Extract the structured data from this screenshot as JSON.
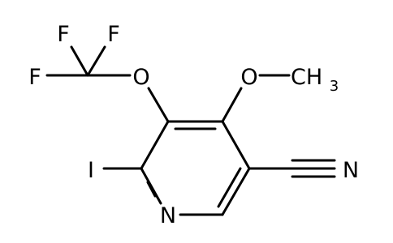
{
  "molecule": {
    "atoms": {
      "fluorine_top_left": "F",
      "fluorine_top_right": "F",
      "fluorine_left": "F",
      "oxygen_ocf3": "O",
      "oxygen_methoxy": "O",
      "methyl_c": "CH",
      "methyl_subscript": "3",
      "iodine": "I",
      "nitrogen_ring": "N",
      "nitrogen_nitrile": "N"
    },
    "colors": {
      "bond": "#000000",
      "text": "#000000",
      "background": "#ffffff"
    }
  }
}
